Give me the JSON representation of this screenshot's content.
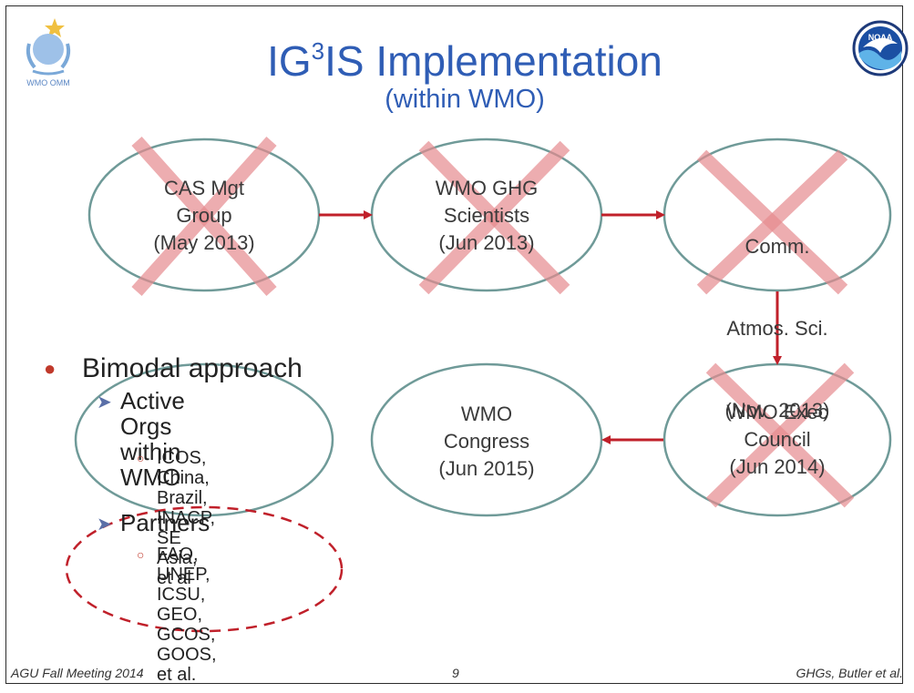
{
  "slide": {
    "title_main_a": "IG",
    "title_sup": "3",
    "title_main_b": "IS Implementation",
    "subtitle": "(within WMO)",
    "wmo_logo_text": "WMO OMM",
    "noaa_logo_text": "NOAA"
  },
  "nodes": [
    {
      "id": "cas",
      "lines": [
        "CAS Mgt",
        "Group",
        "(May 2013)"
      ],
      "crossed": true
    },
    {
      "id": "ghg",
      "lines": [
        "WMO GHG",
        "Scientists",
        "(Jun 2013)"
      ],
      "crossed": true
    },
    {
      "id": "comm",
      "lines": [
        "Comm.",
        "Atmos. Sci.",
        "(Nov  2013)"
      ],
      "crossed": true
    },
    {
      "id": "exec",
      "lines": [
        "WMO Exec",
        "Council",
        "(Jun 2014)"
      ],
      "crossed": true
    },
    {
      "id": "congress",
      "lines": [
        "WMO",
        "Congress",
        "(Jun 2015)"
      ],
      "crossed": false
    }
  ],
  "bullets": {
    "main": "Bimodal approach",
    "active_orgs": [
      "Active Orgs",
      "within WMO"
    ],
    "active_orgs_list": [
      "ICOS, China,",
      "Brazil, INACP,",
      "SE Asia, et al"
    ],
    "partners": "Partners",
    "partners_list": [
      "FAO, UNEP,",
      "ICSU, GEO,",
      "GCOS, GOOS,",
      "et al."
    ]
  },
  "footer": {
    "left": "AGU Fall Meeting 2014",
    "center": "9",
    "right": "GHGs, Butler et al."
  },
  "colors": {
    "title": "#2f5db5",
    "ellipse_stroke": "#6f9a98",
    "arrow": "#c0202a",
    "cross": "#e58a8e",
    "dashed": "#c0202a"
  }
}
